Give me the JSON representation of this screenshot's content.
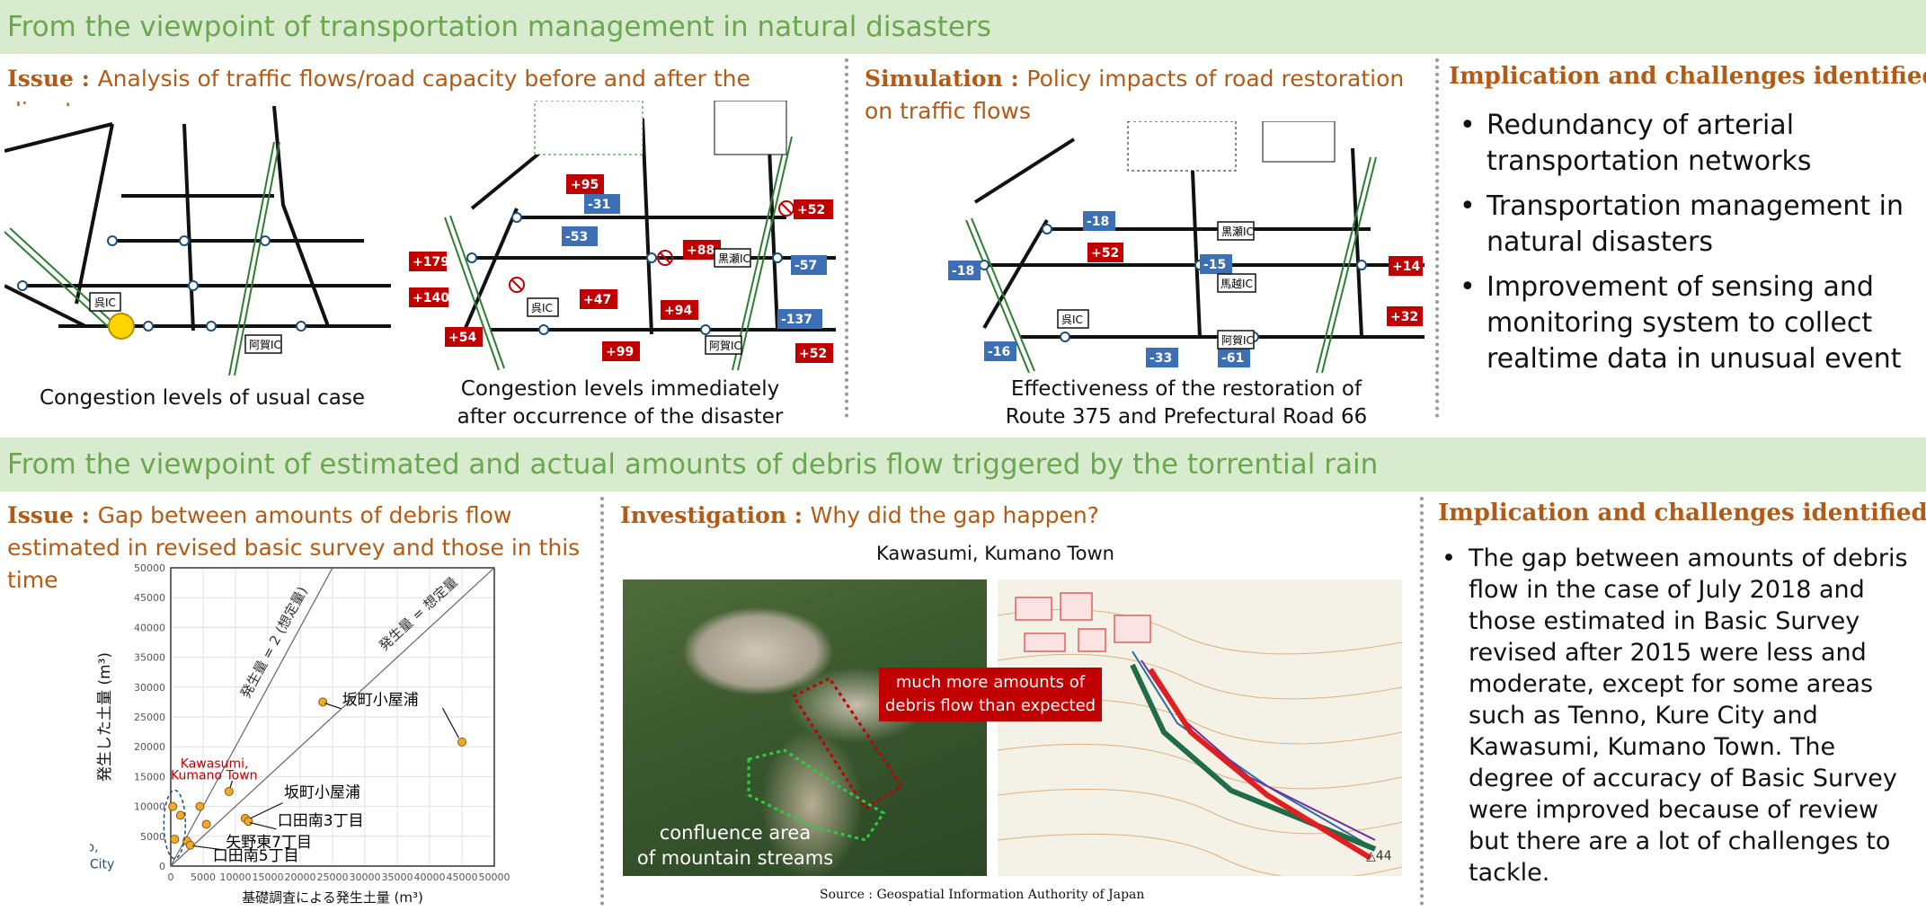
{
  "band1": {
    "title": "From the viewpoint of transportation management in natural disasters"
  },
  "band2": {
    "title": "From the viewpoint of estimated and actual amounts of debris flow triggered by the torrential rain"
  },
  "top": {
    "issue": {
      "lead": "Issue : ",
      "text": "Analysis of traffic flows/road capacity before and after the disaster"
    },
    "simulation": {
      "lead": "Simulation : ",
      "text": "Policy impacts of road restoration on traffic flows"
    },
    "captions": {
      "usual": "Congestion levels of usual case",
      "after_line1": "Congestion levels immediately",
      "after_line2": "after occurrence of the disaster",
      "restore_line1": "Effectiveness of the restoration of",
      "restore_line2": "Route 375 and Prefectural Road 66"
    },
    "implication": {
      "title": "Implication and challenges identified :",
      "items": [
        "Redundancy of arterial transportation networks",
        "Transportation management in natural disasters",
        "Improvement of sensing and monitoring system to collect realtime data in unusual event"
      ]
    },
    "maps": {
      "ic1": "呉IC",
      "ic2": "阿賀IC",
      "ic3": "黒瀬IC",
      "ic4": "馬越IC",
      "plus_values": [
        "+95",
        "+179",
        "+140",
        "+52",
        "+88",
        "+94",
        "+99",
        "+52",
        "+47",
        "+54"
      ],
      "minus_values": [
        "-31",
        "-53",
        "-57",
        "-137",
        "-18",
        "-15",
        "-16",
        "-33",
        "-61",
        "-18"
      ],
      "restore_plus": [
        "+52",
        "+14",
        "+32"
      ]
    }
  },
  "bottom": {
    "issue": {
      "lead": "Issue : ",
      "text": "Gap between amounts of debris flow estimated in revised basic survey and those in this time"
    },
    "investigation": {
      "lead": "Investigation : ",
      "text": "Why did the gap happen?"
    },
    "photo_title": "Kawasumi, Kumano Town",
    "photo_label_line1": "confluence area",
    "photo_label_line2": "of mountain streams",
    "red_label_line1": "much more amounts of",
    "red_label_line2": "debris flow than expected",
    "source": "Source : Geospatial Information Authority of Japan",
    "map_marker": "△44",
    "implication": {
      "title": "Implication and challenges identified :",
      "text": "The gap between amounts of debris flow in the case of July 2018 and those estimated in Basic Survey revised after 2015 were less and moderate, except for some areas such as Tenno, Kure City and Kawasumi, Kumano Town. The degree of accuracy of Basic Survey were improved because of review but there are a lot of challenges to tackle."
    }
  },
  "chart_data": {
    "type": "scatter",
    "xlabel": "基礎調査による発生土量 (m³)",
    "ylabel": "発生した土量 (m³)",
    "xlim": [
      0,
      50000
    ],
    "ylim": [
      0,
      50000
    ],
    "xticks": [
      0,
      5000,
      10000,
      15000,
      20000,
      25000,
      30000,
      35000,
      40000,
      45000,
      50000
    ],
    "yticks": [
      0,
      5000,
      10000,
      15000,
      20000,
      25000,
      30000,
      35000,
      40000,
      45000,
      50000
    ],
    "grid": true,
    "points": [
      {
        "x": 300,
        "y": 10000
      },
      {
        "x": 1500,
        "y": 8500
      },
      {
        "x": 600,
        "y": 4500
      },
      {
        "x": 2500,
        "y": 4200
      },
      {
        "x": 3000,
        "y": 3500
      },
      {
        "x": 4500,
        "y": 10000
      },
      {
        "x": 5500,
        "y": 7000
      },
      {
        "x": 9000,
        "y": 12500
      },
      {
        "x": 11500,
        "y": 8000
      },
      {
        "x": 12000,
        "y": 7500
      },
      {
        "x": 23500,
        "y": 27500
      },
      {
        "x": 45000,
        "y": 20800
      }
    ],
    "reference_lines": [
      {
        "label": "発生量 = 2 (想定量)",
        "slope": 2
      },
      {
        "label": "発生量 = 想定量",
        "slope": 1
      }
    ],
    "annotations": [
      {
        "text": "坂町小屋浦",
        "color": "#000000"
      },
      {
        "text": "Kawasumi,",
        "color": "#c00000"
      },
      {
        "text": "Kumano Town",
        "color": "#c00000"
      },
      {
        "text": "坂町小屋浦",
        "color": "#000000"
      },
      {
        "text": "口田南3丁目",
        "color": "#000000"
      },
      {
        "text": "矢野東7丁目",
        "color": "#000000"
      },
      {
        "text": "口田南5丁目",
        "color": "#000000"
      },
      {
        "text": "Tenno,",
        "color": "#1f4e79"
      },
      {
        "text": "Kure City",
        "color": "#1f4e79"
      }
    ]
  }
}
